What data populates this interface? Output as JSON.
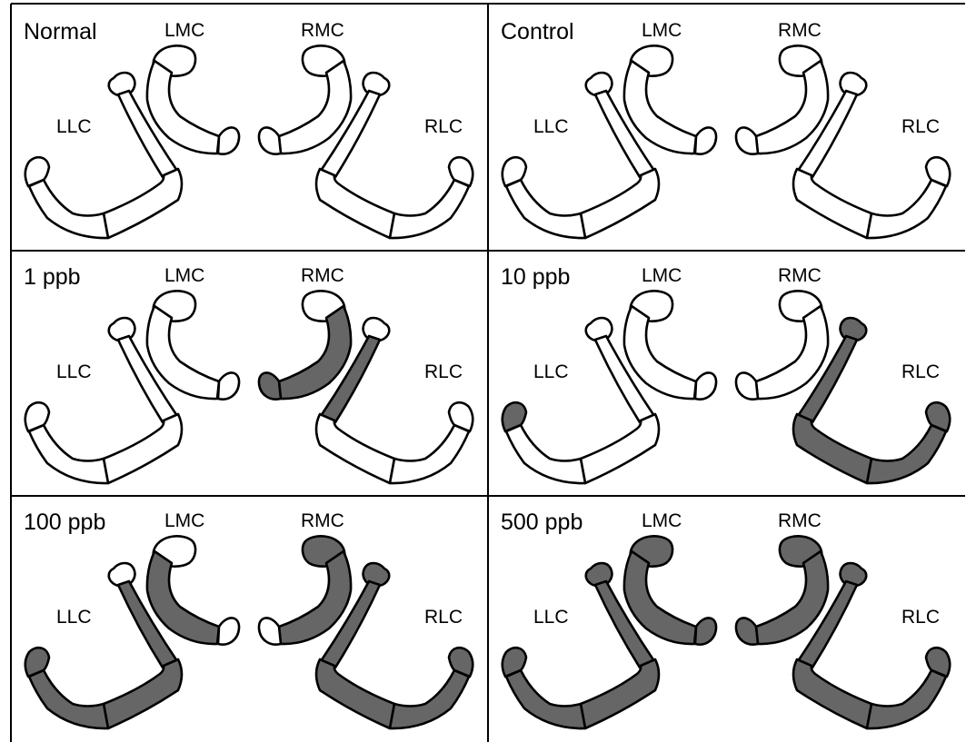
{
  "colors": {
    "normal_fill": "#ffffff",
    "affected_fill": "#666666",
    "outline": "#000000"
  },
  "labels": {
    "llc": "LLC",
    "lmc": "LMC",
    "rmc": "RMC",
    "rlc": "RLC"
  },
  "panels": [
    {
      "title": "Normal",
      "llc": [
        false,
        false,
        false,
        false,
        false
      ],
      "lmc": [
        false,
        false,
        false
      ],
      "rmc": [
        false,
        false,
        false
      ],
      "rlc": [
        false,
        false,
        false,
        false,
        false
      ]
    },
    {
      "title": "Control",
      "llc": [
        false,
        false,
        false,
        false,
        false
      ],
      "lmc": [
        false,
        false,
        false
      ],
      "rmc": [
        false,
        false,
        false
      ],
      "rlc": [
        false,
        false,
        false,
        false,
        false
      ]
    },
    {
      "title": "1 ppb",
      "llc": [
        false,
        false,
        false,
        false,
        false
      ],
      "lmc": [
        false,
        false,
        false
      ],
      "rmc": [
        false,
        true,
        true
      ],
      "rlc": [
        false,
        true,
        false,
        false,
        false
      ]
    },
    {
      "title": "10 ppb",
      "llc": [
        false,
        false,
        false,
        false,
        true
      ],
      "lmc": [
        false,
        false,
        false
      ],
      "rmc": [
        false,
        false,
        false
      ],
      "rlc": [
        true,
        true,
        true,
        true,
        true
      ]
    },
    {
      "title": "100 ppb",
      "llc": [
        false,
        true,
        true,
        true,
        true
      ],
      "lmc": [
        false,
        true,
        false
      ],
      "rmc": [
        true,
        true,
        false
      ],
      "rlc": [
        true,
        true,
        true,
        true,
        true
      ]
    },
    {
      "title": "500 ppb",
      "llc": [
        true,
        true,
        true,
        true,
        true
      ],
      "lmc": [
        true,
        true,
        true
      ],
      "rmc": [
        true,
        true,
        true
      ],
      "rlc": [
        true,
        true,
        true,
        true,
        true
      ]
    }
  ]
}
